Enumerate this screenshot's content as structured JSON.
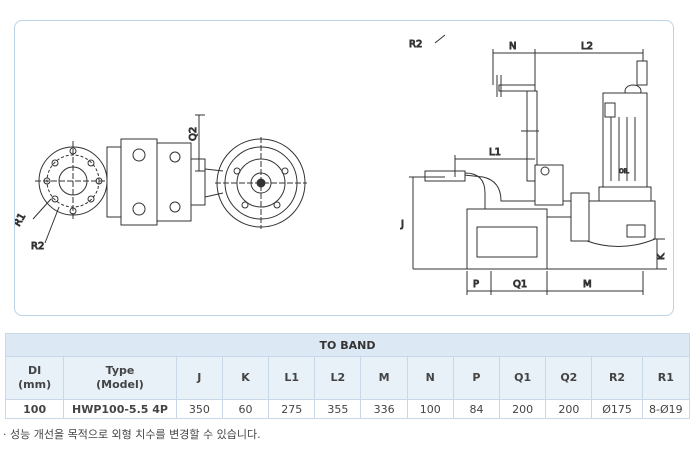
{
  "drawing": {
    "labels": {
      "q2": "Q2",
      "r1": "R1",
      "r2_left": "R2",
      "r2_right": "R2",
      "n": "N",
      "l2": "L2",
      "l1": "L1",
      "j": "J",
      "k": "K",
      "p": "P",
      "q1": "Q1",
      "m": "M",
      "oil": "OIL"
    }
  },
  "table": {
    "band_title": "TO BAND",
    "headers": [
      "DI\n(mm)",
      "Type\n(Model)",
      "J",
      "K",
      "L1",
      "L2",
      "M",
      "N",
      "P",
      "Q1",
      "Q2",
      "R2",
      "R1"
    ],
    "rows": [
      [
        "100",
        "HWP100-5.5 4P",
        "350",
        "60",
        "275",
        "355",
        "336",
        "100",
        "84",
        "200",
        "200",
        "Ø175",
        "8-Ø19"
      ]
    ]
  },
  "note": "· 성능 개선을 목적으로 외형 치수를 변경할 수 있습니다."
}
